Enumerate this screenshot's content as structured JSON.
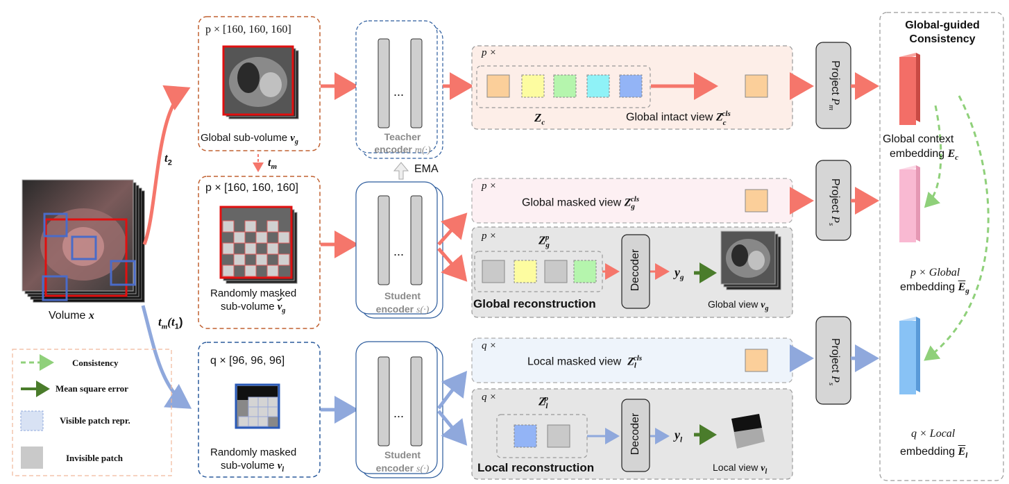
{
  "volume": {
    "label": "Volume",
    "symbol": "x"
  },
  "transforms": {
    "t2": "t",
    "t2_sub": "2",
    "tm_t1": "t",
    "tm_t1_sub": "m",
    "tm_t1_arg": "(t",
    "tm_t1_arg_sub": "1",
    "tm_t1_close": ")",
    "tm": "t",
    "tm_sub": "m"
  },
  "global_subvolume": {
    "shape": "p  × [160, 160, 160]",
    "label": "Global sub-volume",
    "symbol": "v",
    "sub": "g"
  },
  "masked_global": {
    "shape": "p  × [160, 160, 160]",
    "label_line1": "Randomly masked",
    "label_line2": "sub-volume",
    "symbol": "v",
    "sub": "g"
  },
  "masked_local": {
    "shape": "q   ×  [96, 96, 96]",
    "label_line1": "Randomly masked",
    "label_line2": "sub-volume",
    "symbol": "v",
    "sub": "l"
  },
  "teacher": {
    "line1": "Teacher",
    "line2": "encoder",
    "fn": "m(·)",
    "dots": "..."
  },
  "student_global": {
    "line1": "Student",
    "line2": "encoder",
    "fn": "s(·)",
    "dots": "..."
  },
  "student_local": {
    "line1": "Student",
    "line2": "encoder",
    "fn": "s(·)",
    "dots": "..."
  },
  "ema": "EMA",
  "intact_panel": {
    "count": "p ×",
    "tokens_label": "Z",
    "tokens_sub": "c",
    "view_label": "Global intact view",
    "cls_symbol": "Z",
    "cls_sub": "c",
    "cls_sup": "cls"
  },
  "global_masked_panel": {
    "count": "p ×",
    "view_label": "Global masked view",
    "cls_symbol": "Z",
    "cls_sub": "g",
    "cls_sup": "cls"
  },
  "global_recon_panel": {
    "count": "p ×",
    "tokens_symbol": "Z",
    "tokens_sub": "g",
    "tokens_sup": "p",
    "decoder": "Decoder",
    "output": "y",
    "output_sub": "g",
    "title": "Global reconstruction",
    "view_label": "Global view",
    "view_symbol": "v",
    "view_sub": "g"
  },
  "local_masked_panel": {
    "count": "q ×",
    "view_label": "Local masked view",
    "cls_symbol": "Z",
    "cls_sub": "l",
    "cls_sup": "cls"
  },
  "local_recon_panel": {
    "count": "q ×",
    "tokens_symbol": "Z",
    "tokens_sub": "l",
    "tokens_sup": "p",
    "decoder": "Decoder",
    "output": "y",
    "output_sub": "l",
    "title": "Local reconstruction",
    "view_label": "Local view",
    "view_symbol": "v",
    "view_sub": "l"
  },
  "projectors": {
    "pm": "Project",
    "pm_symbol": "P",
    "pm_sub": "m",
    "ps1": "Project",
    "ps1_symbol": "P",
    "ps1_sub": "s",
    "ps2": "Project",
    "ps2_symbol": "P",
    "ps2_sub": "s"
  },
  "consistency_panel": {
    "title_line1": "Global-guided",
    "title_line2": "Consistency",
    "global_context_line1": "Global context",
    "global_context_line2": "embedding",
    "gc_symbol": "E",
    "gc_sub": "c",
    "global_emb_line1": "p × Global",
    "global_emb_line2": "embedding",
    "ge_symbol": "E",
    "ge_sub": "g",
    "local_emb_line1": "q × Local",
    "local_emb_line2": "embedding",
    "le_symbol": "E",
    "le_sub": "l"
  },
  "legend": {
    "consistency": "Consistency",
    "mse": "Mean square error",
    "visible": "Visible patch repr.",
    "invisible": "Invisible patch"
  },
  "colors": {
    "red_arrow": "#f5766b",
    "blue_arrow": "#8fa8dc",
    "green_arrow": "#4a7c2b",
    "consistency": "#8fd07a",
    "token_orange": "#fbcf9a",
    "token_yellow": "#fdfca0",
    "token_green": "#b5f5ad",
    "token_cyan": "#8ff2f7",
    "token_blue": "#93b4f6",
    "token_gray": "#c9c9c9",
    "bar_red": "#f36e67",
    "bar_pink": "#f9b9d2",
    "bar_blue": "#88c2f5"
  }
}
